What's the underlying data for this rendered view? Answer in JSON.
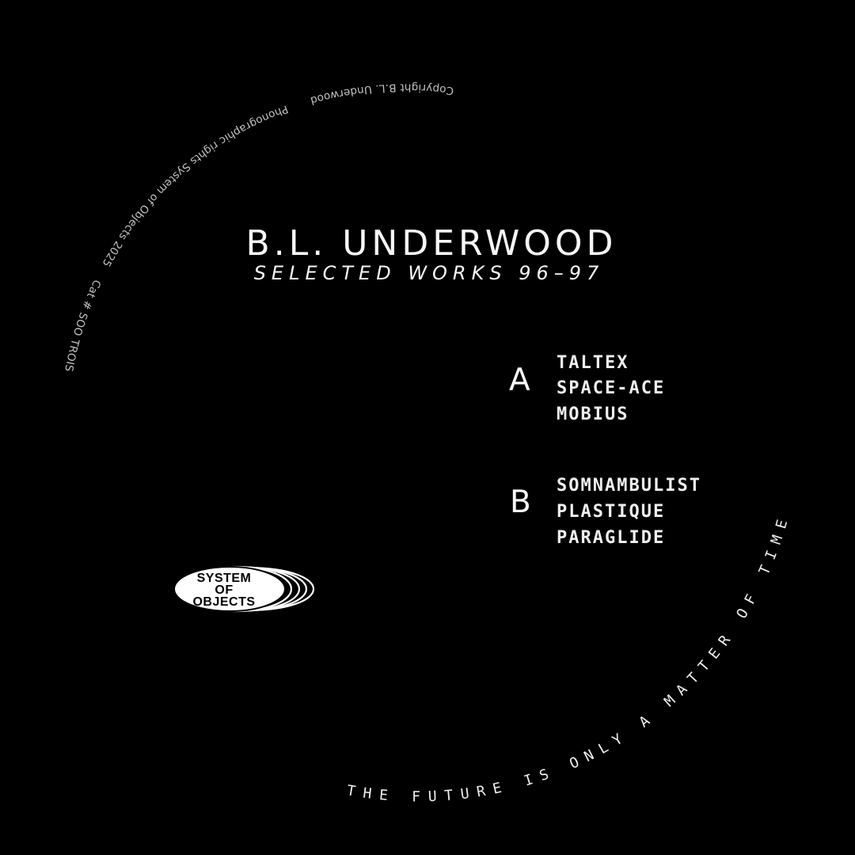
{
  "colors": {
    "background": "#000000",
    "text_bright": "#f7f7f7",
    "text_primary": "#efefef",
    "rim_text": "#c2c2c2",
    "logo_fill": "#ffffff",
    "logo_text": "#000000"
  },
  "rim_top": {
    "copyright": "Copyright B.L. Underwood",
    "rights": "Phonographic rights System of Objects 2025",
    "catalog": "Cat # SOO TROIS"
  },
  "header": {
    "artist": "B.L. UNDERWOOD",
    "album": "SELECTED WORKS 96–97"
  },
  "tracklist": {
    "side_a": {
      "label": "A",
      "tracks": [
        "TALTEX",
        "SPACE-ACE",
        "MOBIUS"
      ]
    },
    "side_b": {
      "label": "B",
      "tracks": [
        "SOMNAMBULIST",
        "PLASTIQUE",
        "PARAGLIDE"
      ]
    }
  },
  "logo": {
    "lines": [
      "SYSTEM",
      "OF",
      "OBJECTS"
    ]
  },
  "rim_bottom": {
    "slogan": "THE FUTURE IS ONLY A MATTER OF TIME"
  }
}
